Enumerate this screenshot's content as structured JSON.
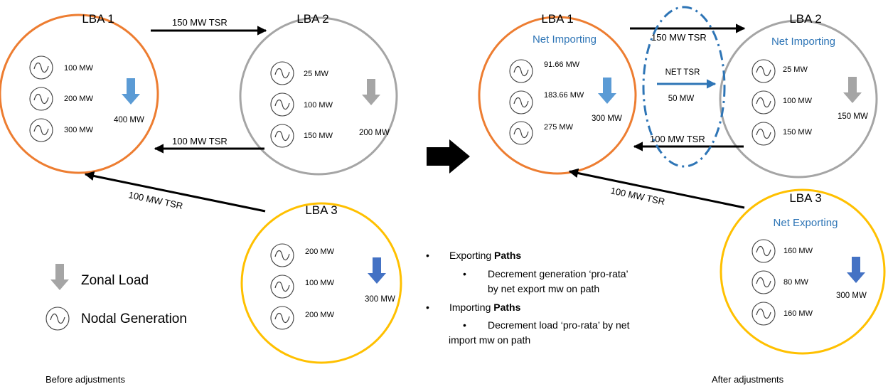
{
  "colors": {
    "orange": "#ED7D31",
    "gray": "#A5A5A5",
    "yellow": "#FFC000",
    "blue_arrow": "#5B9BD5",
    "blue_text": "#2E75B6",
    "red_text": "#FF0000",
    "dark_blue_arrow": "#4472C4"
  },
  "before": {
    "lba1": {
      "title": "LBA 1",
      "gens": [
        "100 MW",
        "200 MW",
        "300 MW"
      ],
      "load": "400 MW"
    },
    "lba2": {
      "title": "LBA 2",
      "gens": [
        "25 MW",
        "100 MW",
        "150 MW"
      ],
      "load": "200 MW"
    },
    "lba3": {
      "title": "LBA 3",
      "gens": [
        "200 MW",
        "100 MW",
        "200 MW"
      ],
      "load": "300 MW"
    },
    "links": {
      "lba1_to_lba2": "150 MW TSR",
      "lba2_to_lba1": "100 MW TSR",
      "lba3_to_lba1": "100 MW TSR"
    },
    "caption": "Before adjustments"
  },
  "after": {
    "lba1": {
      "title": "LBA 1",
      "status": "Net Importing",
      "gens": [
        "91.66 MW",
        "183.66 MW",
        "275 MW"
      ],
      "load": "300 MW"
    },
    "lba2": {
      "title": "LBA 2",
      "status": "Net Importing",
      "gens": [
        "25 MW",
        "100 MW",
        "150 MW"
      ],
      "load": "150 MW"
    },
    "lba3": {
      "title": "LBA 3",
      "status": "Net Exporting",
      "gens": [
        "160 MW",
        "80 MW",
        "160 MW"
      ],
      "load": "300 MW"
    },
    "links": {
      "lba1_to_lba2": "150 MW TSR",
      "lba2_to_lba1": "100 MW TSR",
      "lba3_to_lba1": "100 MW TSR",
      "net_label": "NET TSR",
      "net_value": "50 MW"
    },
    "caption": "After adjustments"
  },
  "legend": {
    "zonal_load": "Zonal Load",
    "nodal_generation": "Nodal Generation"
  },
  "bullets": {
    "exporting_prefix": "Exporting ",
    "exporting_bold": "Paths",
    "exporting_sub_line1": "Decrement generation ‘pro-rata’",
    "exporting_sub_line2": "by net export mw on path",
    "importing_prefix": "Importing ",
    "importing_bold": "Paths",
    "importing_sub_line1": "Decrement load ‘pro-rata’ by net",
    "importing_sub_line2": "import mw on path"
  },
  "icons": {
    "generator": "sine-wave-circle-icon",
    "load": "down-arrow-icon",
    "transition": "right-arrow-icon"
  }
}
